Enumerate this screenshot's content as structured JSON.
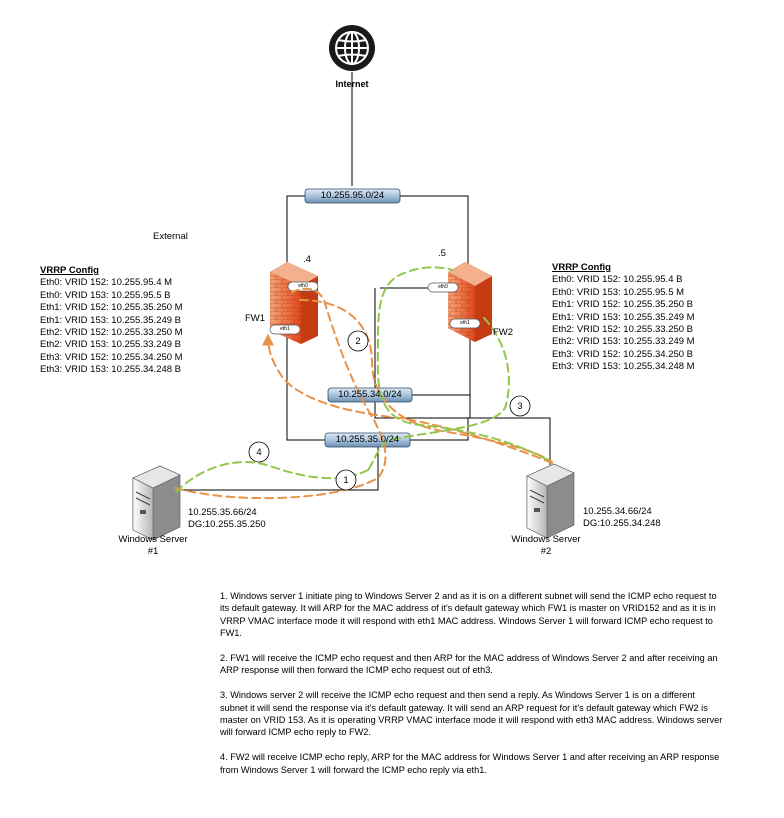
{
  "internet": {
    "label": "Internet"
  },
  "subnets": {
    "top": "10.255.95.0/24",
    "mid": "10.255.34.0/24",
    "bottom": "10.255.35.0/24"
  },
  "labels": {
    "external": "External",
    "fw1_addr": ".4",
    "fw2_addr": ".5",
    "fw1": "FW1",
    "fw2": "FW2",
    "fw1_eth0": "eth0",
    "fw1_eth1": "eth1",
    "fw2_eth0": "eth0",
    "fw2_eth1": "eth1"
  },
  "steps": [
    "1",
    "2",
    "3",
    "4"
  ],
  "vrrp_fw1": {
    "title": "VRRP Config",
    "lines": [
      "Eth0: VRID 152: 10.255.95.4 M",
      "Eth0: VRID 153: 10.255.95.5 B",
      "Eth1: VRID 152: 10.255.35.250 M",
      "Eth1: VRID 153: 10.255.35.249 B",
      "Eth2: VRID 152: 10.255.33.250 M",
      "Eth2: VRID 153: 10.255.33.249 B",
      "Eth3: VRID 152: 10.255.34.250 M",
      "Eth3: VRID 153: 10.255.34.248 B"
    ]
  },
  "vrrp_fw2": {
    "title": "VRRP Config",
    "lines": [
      "Eth0: VRID 152: 10.255.95.4 B",
      "Eth0: VRID 153: 10.255.95.5 M",
      "Eth1: VRID 152: 10.255.35.250 B",
      "Eth1: VRID 153: 10.255.35.249 M",
      "Eth2: VRID 152: 10.255.33.250 B",
      "Eth2: VRID 153: 10.255.33.249 M",
      "Eth3: VRID 152: 10.255.34.250 B",
      "Eth3: VRID 153: 10.255.34.248 M"
    ]
  },
  "server1": {
    "ip": "10.255.35.66/24",
    "dg": "DG:10.255.35.250",
    "name": "Windows Server",
    "num": "#1"
  },
  "server2": {
    "ip": "10.255.34.66/24",
    "dg": "DG:10.255.34.248",
    "name": "Windows Server",
    "num": "#2"
  },
  "notes": [
    "1. Windows server 1 initiate ping to Windows Server 2 and as it is on a different subnet will send the ICMP echo request to its default gateway. It will ARP for the MAC address of it's default gateway which FW1 is master on VRID152 and as it is in VRRP VMAC interface mode it will respond with eth1 MAC address. Windows Server 1 will forward ICMP echo request to FW1.",
    "2. FW1 will receive the ICMP echo request and then ARP for the MAC address of Windows Server 2 and after receiving an ARP response will then forward the ICMP echo request out of eth3.",
    "3. Windows server 2 will receive the ICMP echo request and then send a reply. As Windows Server 1 is on a different subnet it will send the response via it's default gateway. It will send an ARP request for it's default gateway which FW2 is master on VRID 153. As it is operating VRRP VMAC interface mode it will respond with eth3 MAC address. Windows server will forward ICMP echo reply to FW2.",
    "4. FW2 will receive ICMP echo reply, ARP for the MAC address for Windows Server 1 and after receiving an ARP response from Windows Server 1 will forward the ICMP echo reply via eth1."
  ],
  "colors": {
    "orange_flow": "#e8924a",
    "green_flow": "#92c64c",
    "firewall": "#e8552a",
    "subnet_bar": "#a9c4de"
  }
}
